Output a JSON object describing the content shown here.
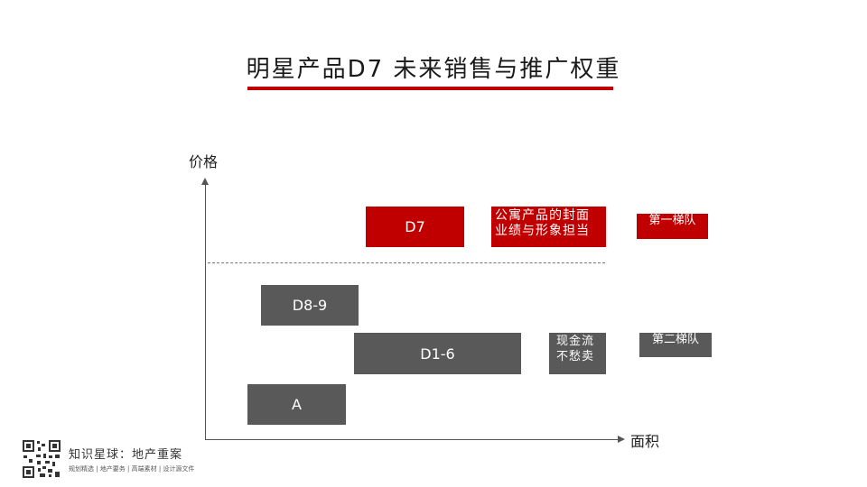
{
  "title": "明星产品D7 未来销售与推广权重",
  "axes": {
    "y_label": "价格",
    "x_label": "面积"
  },
  "boxes": {
    "d7": "D7",
    "d8_9": "D8-9",
    "d1_6": "D1-6",
    "a": "A"
  },
  "notes": {
    "apartment": "公寓产品的封面 业绩与形象担当",
    "cashflow": "现金流不愁卖"
  },
  "tiers": {
    "first": "第一梯队",
    "second": "第二梯队"
  },
  "footer": {
    "main": "知识星球：地产重案",
    "sub": "规划精选 | 地产要务 | 高端素材 | 设计源文件"
  },
  "colors": {
    "accent": "#c00000",
    "gray_box": "#595959"
  }
}
